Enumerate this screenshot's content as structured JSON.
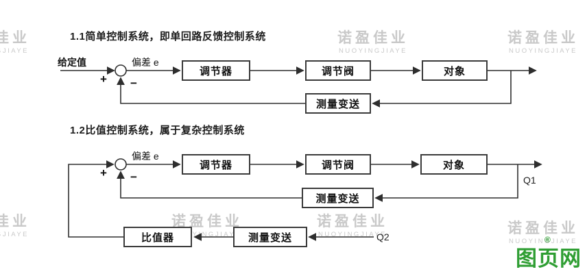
{
  "watermark": {
    "cn": "诺盈佳业",
    "en": "NUOYINGJIAYE"
  },
  "logo": {
    "text": "图页网",
    "reg": "®",
    "color": "#2f9e33"
  },
  "d1": {
    "title": "1.1简单控制系统，即单回路反馈控制系统",
    "setpoint": "给定值",
    "error": "偏差 e",
    "plus": "+",
    "minus": "−",
    "controller": "调节器",
    "valve": "调节阀",
    "plant": "对象",
    "transmitter": "测量变送"
  },
  "d2": {
    "title": "1.2比值控制系统，属于复杂控制系统",
    "error": "偏差 e",
    "plus": "+",
    "minus": "−",
    "controller": "调节器",
    "valve": "调节阀",
    "plant": "对象",
    "transmitter_fb": "测量变送",
    "transmitter_q2": "测量变送",
    "ratio": "比值器",
    "q1": "Q1",
    "q2": "Q2"
  }
}
